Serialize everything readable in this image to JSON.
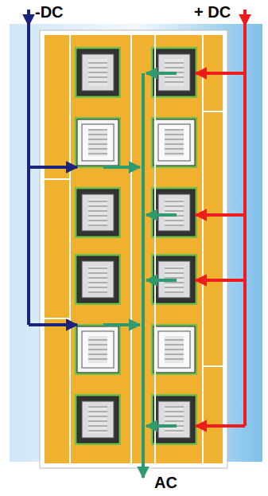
{
  "diagram": {
    "labels": [
      "-DC",
      "+ DC",
      "AC"
    ]
  }
}
